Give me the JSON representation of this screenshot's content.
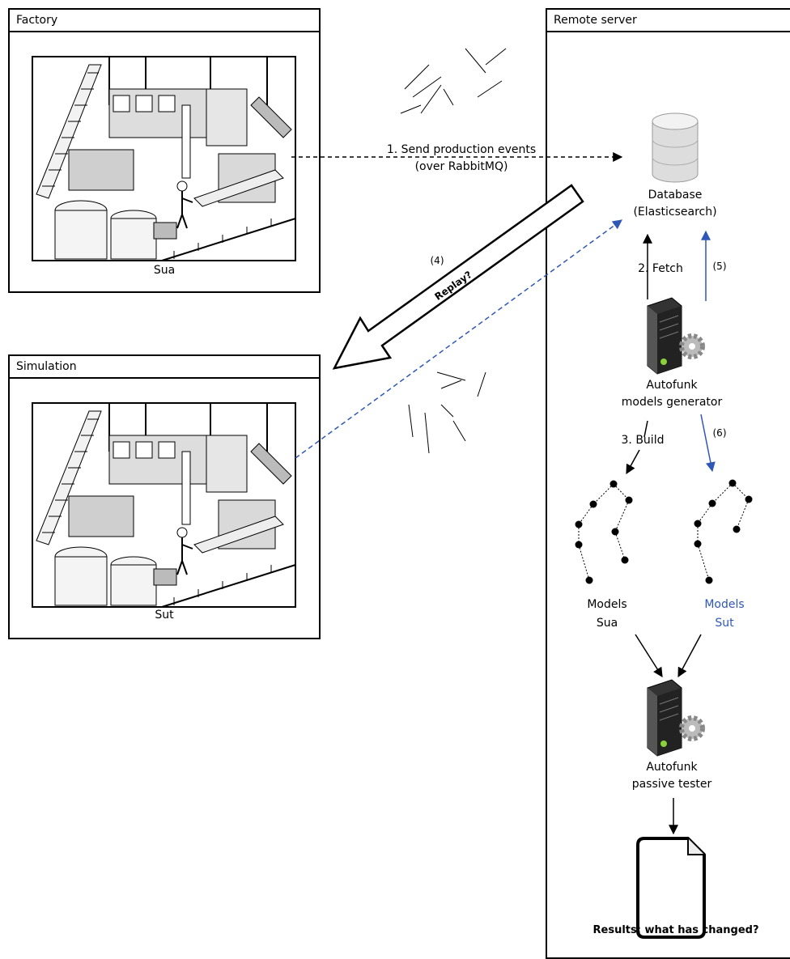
{
  "factory": {
    "title": "Factory",
    "label": "Sua"
  },
  "simulation": {
    "title": "Simulation",
    "label": "Sut"
  },
  "remote": {
    "title": "Remote server"
  },
  "edges": {
    "send_line1": "1. Send production events",
    "send_line2": "(over RabbitMQ)",
    "replay_num": "(4)",
    "replay": "Replay?",
    "fetch": "2. Fetch",
    "step5": "(5)",
    "build": "3. Build",
    "step6": "(6)"
  },
  "database": {
    "line1": "Database",
    "line2": "(Elasticsearch)"
  },
  "generator": {
    "line1": "Autofunk",
    "line2": "models generator"
  },
  "models_sua": {
    "line1": "Models",
    "line2": "Sua"
  },
  "models_sut": {
    "line1": "Models",
    "line2": "Sut"
  },
  "tester": {
    "line1": "Autofunk",
    "line2": "passive tester"
  },
  "results": {
    "label": "Results: what has changed?"
  },
  "colors": {
    "blue": "#2f57b5",
    "black": "#000000"
  }
}
